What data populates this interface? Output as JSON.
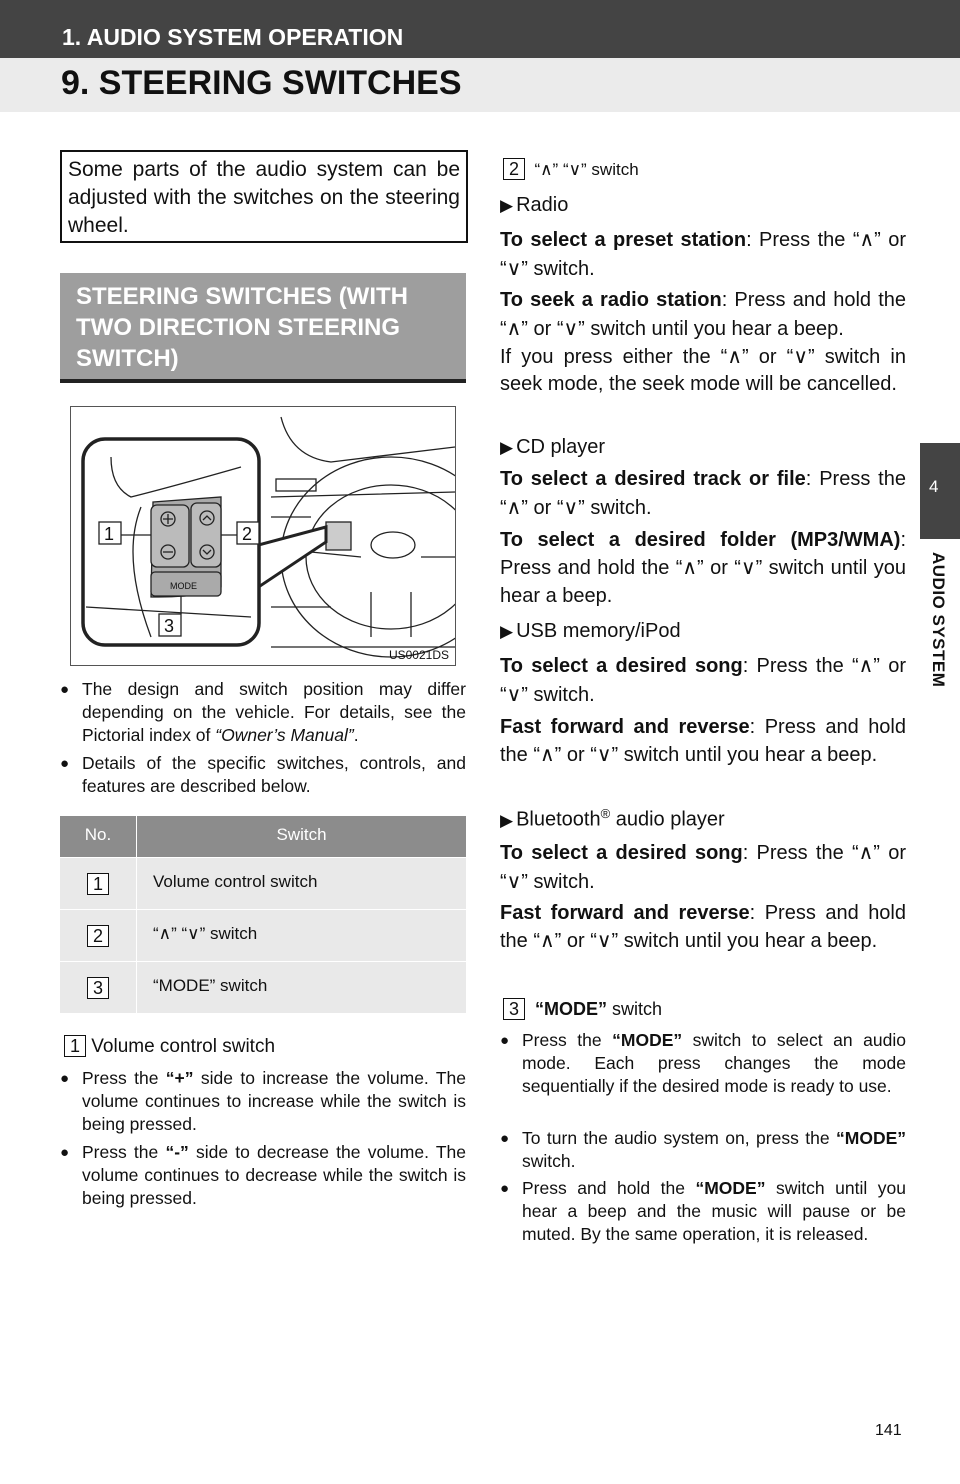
{
  "header": {
    "section": "1. AUDIO SYSTEM OPERATION",
    "title": "9. STEERING SWITCHES"
  },
  "side_tab": {
    "number": "4",
    "label": "AUDIO SYSTEM"
  },
  "intro": "Some parts of the audio system can be adjusted with the switches on the steering wheel.",
  "heading": "STEERING SWITCHES (WITH TWO DIRECTION STEERING SWITCH)",
  "figure": {
    "code": "US0021DS",
    "callouts": [
      "1",
      "2",
      "3"
    ],
    "mode_label": "MODE"
  },
  "left_bullets": [
    {
      "pre": "The design and switch position may differ depending on the vehicle. For details, see the Pictorial index of ",
      "em": "“Owner’s Manual”",
      "post": "."
    },
    {
      "pre": "Details of the specific switches, controls, and features are described below."
    }
  ],
  "table": {
    "headers": [
      "No.",
      "Switch"
    ],
    "rows": [
      {
        "no": "1",
        "switch": "Volume control switch"
      },
      {
        "no": "2",
        "switch": "“∧” “∨” switch"
      },
      {
        "no": "3",
        "switch": "“MODE” switch"
      }
    ]
  },
  "volume": {
    "no": "1",
    "title": "Volume control switch",
    "bullets": [
      {
        "pre": "Press the ",
        "b": "“+”",
        "post": " side to increase the volume. The volume continues to increase while the switch is being pressed."
      },
      {
        "pre": "Press the ",
        "b": "“-”",
        "post": " side to decrease the volume. The volume continues to decrease while the switch is being pressed."
      }
    ]
  },
  "updown": {
    "no": "2",
    "title": "“∧” “∨” switch",
    "radio": {
      "label": "Radio",
      "p1": {
        "b": "To select a preset station",
        "t": ": Press the “∧” or “∨” switch."
      },
      "p2": {
        "b": "To seek a radio station",
        "t": ": Press and hold the “∧” or “∨” switch until you hear a beep."
      },
      "p3": "If you press either the “∧” or “∨” switch in seek mode, the seek mode will be cancelled."
    },
    "cd": {
      "label": "CD player",
      "p1": {
        "b": "To select a desired track or file",
        "t": ": Press the “∧” or “∨” switch."
      },
      "p2": {
        "b": "To select a desired folder (MP3/WMA)",
        "t": ": Press and hold the “∧” or “∨” switch until you hear a beep."
      }
    },
    "usb": {
      "label": "USB memory/iPod",
      "p1": {
        "b": "To select a desired song",
        "t": ": Press the “∧” or “∨” switch."
      },
      "p2": {
        "b": "Fast forward and reverse",
        "t": ": Press and hold the “∧” or “∨” switch until you hear a beep."
      }
    },
    "bt": {
      "label": "Bluetooth",
      "reg": "®",
      "label2": " audio player",
      "p1": {
        "b": "To select a desired song",
        "t": ": Press the “∧” or “∨” switch."
      },
      "p2": {
        "b": "Fast forward and reverse",
        "t": ": Press and hold the “∧” or “∨” switch until you hear a beep."
      }
    }
  },
  "mode": {
    "no": "3",
    "title_b": "“MODE”",
    "title": " switch",
    "bullets": [
      {
        "pre": "Press the ",
        "b": "“MODE”",
        "post": " switch to select an audio mode. Each press changes the mode sequentially if the desired mode is ready to use."
      },
      {
        "pre": "To turn the audio system on, press the ",
        "b": "“MODE”",
        "post": " switch."
      },
      {
        "pre": "Press and hold the ",
        "b": "“MODE”",
        "post": " switch until you hear a beep and the music will pause or be muted. By the same operation, it is released."
      }
    ]
  },
  "page_number": "141"
}
